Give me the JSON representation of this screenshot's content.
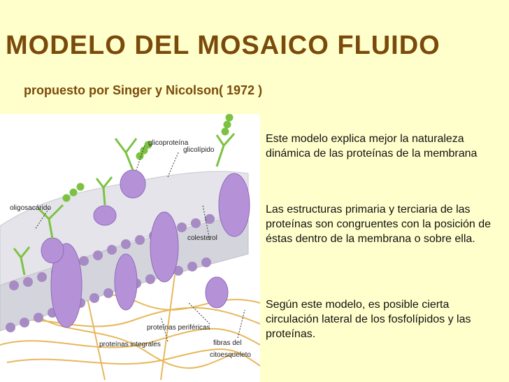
{
  "slide": {
    "title": "MODELO DEL MOSAICO FLUIDO",
    "subtitle": "propuesto por Singer y Nicolson( 1972 )"
  },
  "figure": {
    "labels": {
      "glicoproteina": "glicoproteína",
      "glicolipido": "glicolípido",
      "oligosacarido": "oligosacárido",
      "colesterol": "colesterol",
      "proteinas_perifericas": "proteínas periféricas",
      "proteinas_integrales": "proteínas integrales",
      "fibras_line1": "fibras del",
      "fibras_line2": "citoesqueleto"
    },
    "colors": {
      "membrane": "#D8D8E0",
      "lipid_head": "#A78BC4",
      "protein": "#B592D8",
      "glyco": "#7CC242",
      "fibers": "#E6B85C"
    }
  },
  "text": {
    "p1": "Este modelo  explica  mejor la naturaleza dinámica de las proteínas de la membrana",
    "p2": "Las estructuras primaria y terciaria de las proteínas son congruentes con la posición de éstas dentro de la membrana o sobre ella.",
    "p3": "Según este modelo, es posible cierta circulación lateral de los fosfolípidos y las proteínas."
  }
}
